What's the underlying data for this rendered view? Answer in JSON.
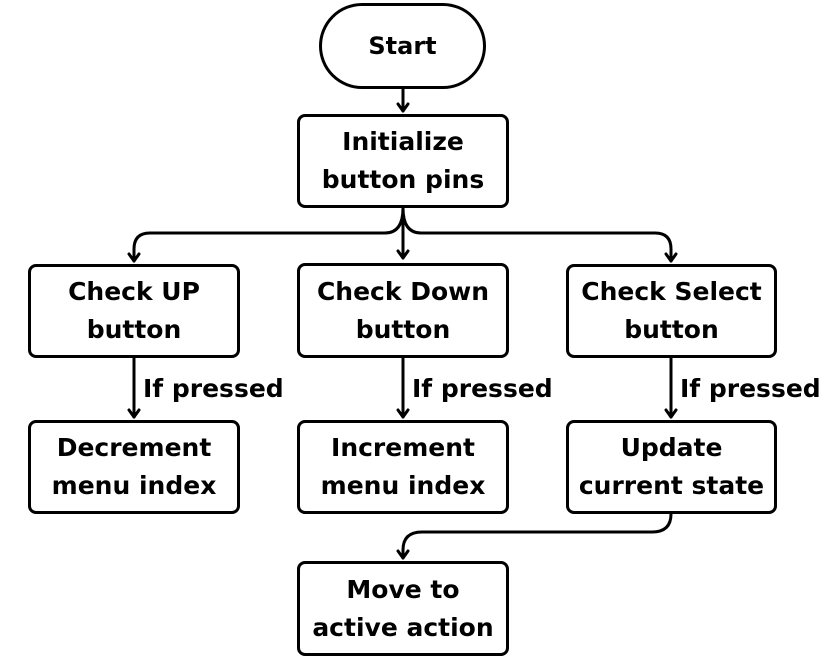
{
  "diagram": {
    "nodes": {
      "start": {
        "text": "Start"
      },
      "init": {
        "line1": "Initialize",
        "line2": "button pins"
      },
      "check_up": {
        "line1": "Check UP",
        "line2": "button"
      },
      "check_down": {
        "line1": "Check Down",
        "line2": "button"
      },
      "check_select": {
        "line1": "Check Select",
        "line2": "button"
      },
      "decrement": {
        "line1": "Decrement",
        "line2": "menu index"
      },
      "increment": {
        "line1": "Increment",
        "line2": "menu index"
      },
      "update": {
        "line1": "Update",
        "line2": "current state"
      },
      "move": {
        "line1": "Move to",
        "line2": "active action"
      }
    },
    "edge_labels": {
      "up_pressed": "If pressed",
      "down_pressed": "If pressed",
      "select_pressed": "If pressed"
    }
  }
}
